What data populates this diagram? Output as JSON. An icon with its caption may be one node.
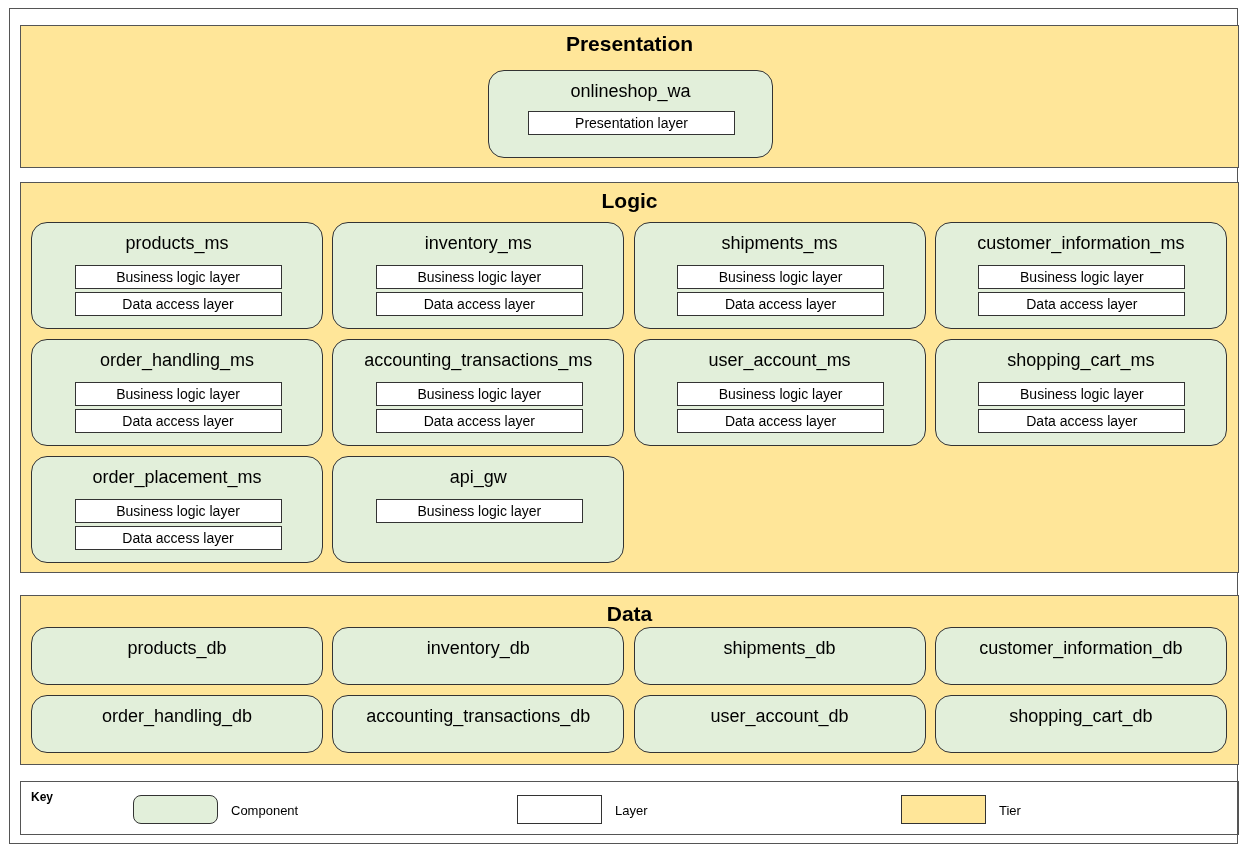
{
  "diagram": {
    "nodes": [
      {
        "text": [
          "Presentation"
        ]
      },
      {
        "text": [
          "onlineshop_wa"
        ],
        "in": 0
      },
      {
        "text": [
          "Presentation layer"
        ],
        "in": 1
      },
      {
        "text": [
          "Logic"
        ]
      },
      {
        "text": [
          "products_ms"
        ],
        "in": 3
      },
      {
        "text": [
          "Business logic layer"
        ],
        "in": 4
      },
      {
        "text": [
          "Data access layer"
        ],
        "in": 4
      },
      {
        "text": [
          "inventory_ms"
        ],
        "in": 3
      },
      {
        "text": [
          "Business logic layer"
        ],
        "in": 7
      },
      {
        "text": [
          "Data access layer"
        ],
        "in": 7
      },
      {
        "text": [
          "shipments_ms"
        ],
        "in": 3
      },
      {
        "text": [
          "Business logic layer"
        ],
        "in": 10
      },
      {
        "text": [
          "Data access layer"
        ],
        "in": 10
      },
      {
        "text": [
          "customer_information_ms"
        ],
        "in": 3
      },
      {
        "text": [
          "Business logic layer"
        ],
        "in": 13
      },
      {
        "text": [
          "Data access layer"
        ],
        "in": 13
      },
      {
        "text": [
          "order_handling_ms"
        ],
        "in": 3
      },
      {
        "text": [
          "Business logic layer"
        ],
        "in": 16
      },
      {
        "text": [
          "Data access layer"
        ],
        "in": 16
      },
      {
        "text": [
          "accounting_transactions_ms"
        ],
        "in": 3
      },
      {
        "text": [
          "Business logic layer"
        ],
        "in": 19
      },
      {
        "text": [
          "Data access layer"
        ],
        "in": 19
      },
      {
        "text": [
          "user_account_ms"
        ],
        "in": 3
      },
      {
        "text": [
          "Business logic layer"
        ],
        "in": 22
      },
      {
        "text": [
          "Data access layer"
        ],
        "in": 22
      },
      {
        "text": [
          "shopping_cart_ms"
        ],
        "in": 3
      },
      {
        "text": [
          "Business logic layer"
        ],
        "in": 25
      },
      {
        "text": [
          "Data access layer"
        ],
        "in": 25
      },
      {
        "text": [
          "order_placement_ms"
        ],
        "in": 3
      },
      {
        "text": [
          "Business logic layer"
        ],
        "in": 28
      },
      {
        "text": [
          "Data access layer"
        ],
        "in": 28
      },
      {
        "text": [
          "api_gw"
        ],
        "in": 3
      },
      {
        "text": [
          "Business logic layer"
        ],
        "in": 31
      },
      {
        "text": [
          "Data"
        ]
      },
      {
        "text": [
          "products_db"
        ],
        "in": 33
      },
      {
        "text": [
          "inventory_db"
        ],
        "in": 33
      },
      {
        "text": [
          "shipments_db"
        ],
        "in": 33
      },
      {
        "text": [
          "customer_information_db"
        ],
        "in": 33
      },
      {
        "text": [
          "order_handling_db"
        ],
        "in": 33
      },
      {
        "text": [
          "accounting_transactions_db"
        ],
        "in": 33
      },
      {
        "text": [
          "user_account_db"
        ],
        "in": 33
      },
      {
        "text": [
          "shopping_cart_db"
        ],
        "in": 33
      }
    ],
    "edges": [],
    "labels": [
      "Key"
    ],
    "legend": [
      {
        "text": "Component",
        "color": "#e2efda"
      },
      {
        "text": "Layer",
        "color": "#ffffff"
      },
      {
        "text": "Tier",
        "color": "#ffe699"
      }
    ]
  }
}
